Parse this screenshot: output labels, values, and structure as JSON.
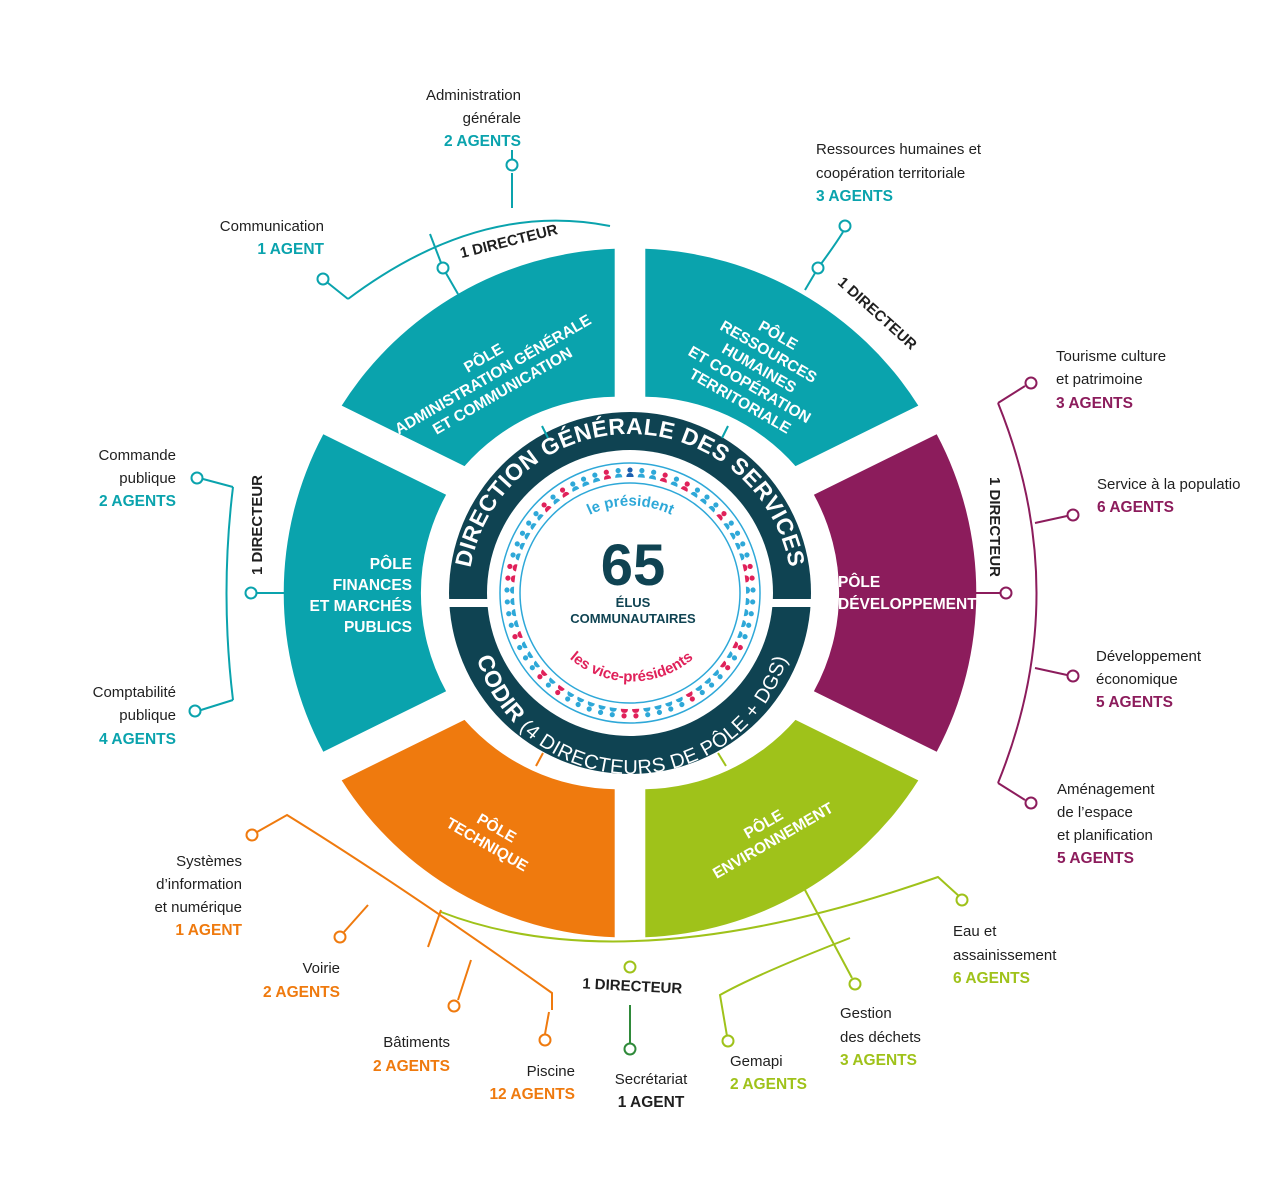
{
  "colors": {
    "teal": "#0aa3ad",
    "purple": "#8c1c5c",
    "orange": "#ef7a0e",
    "lime": "#9fc21a",
    "navy": "#0f4352",
    "pink": "#e0215a",
    "blue": "#2ea8d8",
    "green": "#2f8a3a"
  },
  "center": {
    "number": "65",
    "line1": "ÉLUS",
    "line2": "COMMUNAUTAIRES",
    "president": "le président",
    "vice": "les vice-présidents"
  },
  "ring": {
    "dgs": "DIRECTION GÉNÉRALE DES SERVICES",
    "codir": "CODIR",
    "codir_sub": "(4 DIRECTEURS DE PÔLE + DGS)"
  },
  "poles": {
    "admin": [
      "PÔLE",
      "ADMINISTRATION GÉNÉRALE",
      "ET COMMUNICATION"
    ],
    "rh": [
      "PÔLE",
      "RESSOURCES",
      "HUMAINES",
      "ET COOPÉRATION",
      "TERRITORIALE"
    ],
    "dev": [
      "PÔLE",
      "DÉVELOPPEMENT"
    ],
    "env": [
      "PÔLE",
      "ENVIRONNEMENT"
    ],
    "tech": [
      "PÔLE",
      "TECHNIQUE"
    ],
    "fin": [
      "PÔLE",
      "FINANCES",
      "ET MARCHÉS",
      "PUBLICS"
    ]
  },
  "directeur": "1 DIRECTEUR",
  "services": {
    "admin_generale": {
      "label": [
        "Administration",
        "générale"
      ],
      "agents": "2 AGENTS"
    },
    "communication": {
      "label": [
        "Communication"
      ],
      "agents": "1 AGENT"
    },
    "rh_coop": {
      "label": [
        "Ressources humaines et",
        "coopération territoriale"
      ],
      "agents": "3 AGENTS"
    },
    "tourisme": {
      "label": [
        "Tourisme culture",
        "et patrimoine"
      ],
      "agents": "3 AGENTS"
    },
    "service_pop": {
      "label": [
        "Service à la populatio"
      ],
      "agents": "6 AGENTS"
    },
    "dev_eco": {
      "label": [
        "Développement",
        "économique"
      ],
      "agents": "5 AGENTS"
    },
    "amenagement": {
      "label": [
        "Aménagement",
        "de l’espace",
        "et planification"
      ],
      "agents": "5 AGENTS"
    },
    "eau": {
      "label": [
        "Eau et",
        "assainissement"
      ],
      "agents": "6 AGENTS"
    },
    "dechets": {
      "label": [
        "Gestion",
        "des déchets"
      ],
      "agents": "3 AGENTS"
    },
    "gemapi": {
      "label": [
        "Gemapi"
      ],
      "agents": "2 AGENTS"
    },
    "secretariat": {
      "label": [
        "Secrétariat"
      ],
      "agents": "1 AGENT"
    },
    "piscine": {
      "label": [
        "Piscine"
      ],
      "agents": "12 AGENTS"
    },
    "batiments": {
      "label": [
        "Bâtiments"
      ],
      "agents": "2 AGENTS"
    },
    "voirie": {
      "label": [
        "Voirie"
      ],
      "agents": "2 AGENTS"
    },
    "systemes": {
      "label": [
        "Systèmes",
        "d’information",
        "et numérique"
      ],
      "agents": "1 AGENT"
    },
    "commande": {
      "label": [
        "Commande",
        "publique"
      ],
      "agents": "2 AGENTS"
    },
    "comptabilite": {
      "label": [
        "Comptabilité",
        "publique"
      ],
      "agents": "4 AGENTS"
    }
  }
}
